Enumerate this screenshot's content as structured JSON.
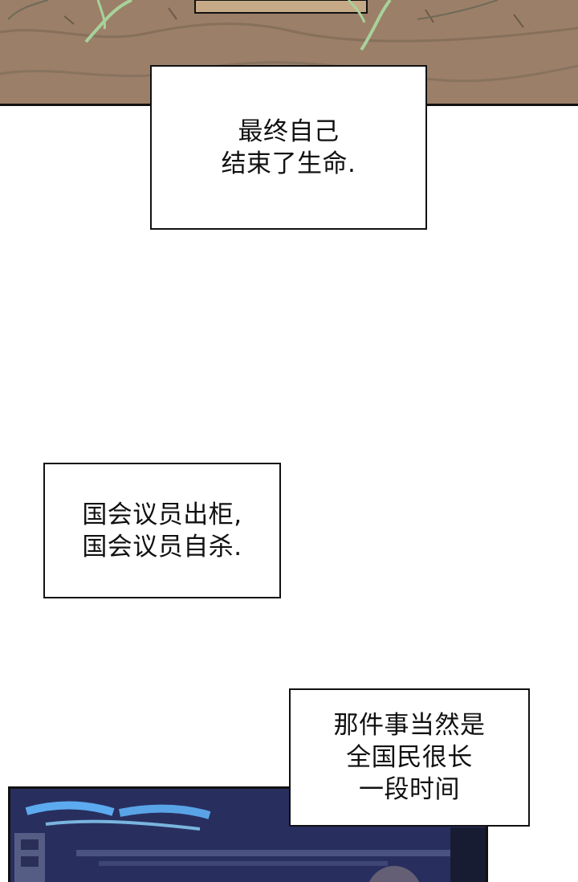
{
  "captions": {
    "box1": "最终自己\n结束了生命.",
    "box2": "国会议员出柜,\n国会议员自杀.",
    "box3": "那件事当然是\n全国民很长\n一段时间"
  },
  "colors": {
    "ground": "#9b7f68",
    "grass": "#a7d29a",
    "night_panel": "#2e3566",
    "text_glow": "#62b8ff"
  }
}
